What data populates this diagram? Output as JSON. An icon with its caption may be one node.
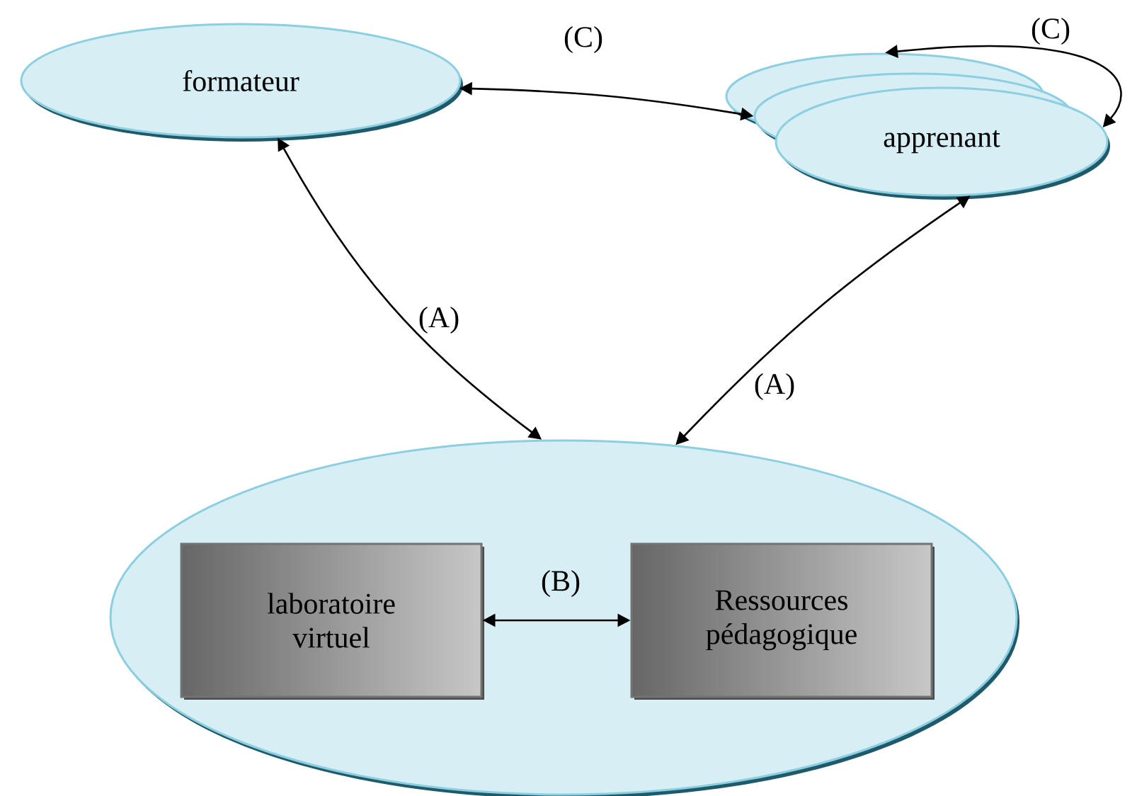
{
  "diagram": {
    "nodes": [
      {
        "text": [
          "formateur"
        ]
      },
      {
        "text": [
          "apprenant"
        ]
      },
      {
        "text": [],
        "shape": "ellipse"
      },
      {
        "text": [
          "laboratoire virtuel"
        ],
        "in": 2
      },
      {
        "text": [
          "Ressources pédagogique"
        ],
        "in": 2
      }
    ],
    "edges": [
      {
        "from": 0,
        "to": 1,
        "arrow": "both",
        "label": "(C)"
      },
      {
        "from": 1,
        "to": 1,
        "arrow": "both",
        "label": "(C)"
      },
      {
        "from": 0,
        "to": 2,
        "arrow": "both",
        "label": "(A)"
      },
      {
        "from": 1,
        "to": 2,
        "arrow": "both",
        "label": "(A)"
      },
      {
        "from": 3,
        "to": 4,
        "arrow": "both",
        "label": "(B)"
      }
    ]
  }
}
